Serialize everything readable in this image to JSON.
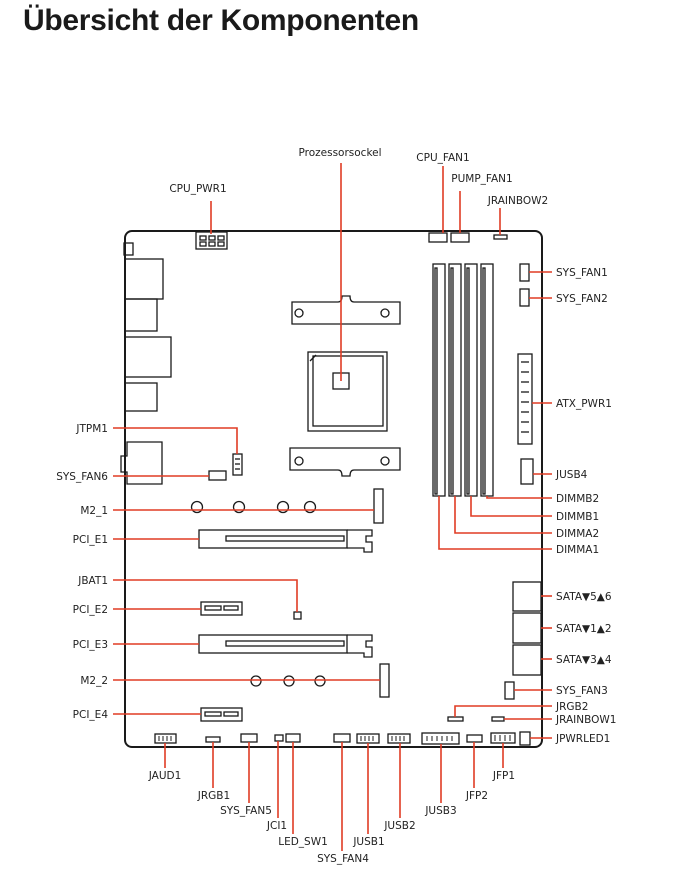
{
  "page": {
    "title": "Übersicht der Komponenten"
  },
  "colors": {
    "leader": "#e03c24",
    "outline": "#1a1a1a",
    "text": "#222222",
    "board": "#ffffff"
  },
  "labels": {
    "socket": "Prozessorsockel",
    "cpu_fan1": "CPU_FAN1",
    "pump_fan1": "PUMP_FAN1",
    "cpu_pwr1": "CPU_PWR1",
    "jrainbow2": "JRAINBOW2",
    "sys_fan1": "SYS_FAN1",
    "sys_fan2": "SYS_FAN2",
    "atx_pwr1": "ATX_PWR1",
    "jusb4": "JUSB4",
    "dimmb2": "DIMMB2",
    "dimmb1": "DIMMB1",
    "dimma2": "DIMMA2",
    "dimma1": "DIMMA1",
    "jtpm1": "JTPM1",
    "sys_fan6": "SYS_FAN6",
    "m2_1": "M2_1",
    "pci_e1": "PCI_E1",
    "jbat1": "JBAT1",
    "pci_e2": "PCI_E2",
    "pci_e3": "PCI_E3",
    "m2_2": "M2_2",
    "pci_e4": "PCI_E4",
    "sata56": "SATA▼5▲6",
    "sata12": "SATA▼1▲2",
    "sata34": "SATA▼3▲4",
    "sys_fan3": "SYS_FAN3",
    "jrgb2": "JRGB2",
    "jrainbow1": "JRAINBOW1",
    "jpwrled1": "JPWRLED1",
    "jaud1": "JAUD1",
    "jrgb1": "JRGB1",
    "sys_fan5": "SYS_FAN5",
    "jci1": "JCI1",
    "led_sw1": "LED_SW1",
    "sys_fan4": "SYS_FAN4",
    "jusb1": "JUSB1",
    "jusb2": "JUSB2",
    "jusb3": "JUSB3",
    "jfp2": "JFP2",
    "jfp1": "JFP1"
  }
}
